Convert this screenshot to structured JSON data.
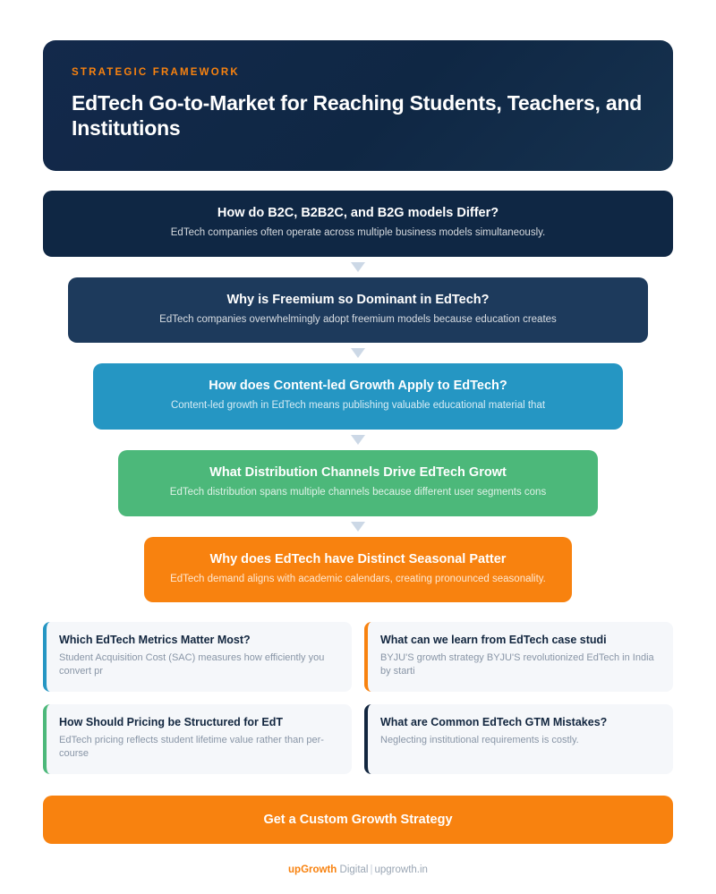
{
  "header": {
    "eyebrow": "STRATEGIC FRAMEWORK",
    "title": "EdTech Go-to-Market for Reaching Students, Teachers, and Institutions"
  },
  "flow": {
    "steps": [
      {
        "title": "How do B2C, B2B2C, and B2G models Differ?",
        "desc": "EdTech companies often operate across multiple business models simultaneously.",
        "color": "#0f2744"
      },
      {
        "title": "Why is Freemium so Dominant in EdTech?",
        "desc": "EdTech companies overwhelmingly adopt freemium models because education creates",
        "color": "#1d3a5c"
      },
      {
        "title": "How does Content-led Growth Apply to EdTech?",
        "desc": "Content-led growth in EdTech means publishing valuable educational material that",
        "color": "#2596c3"
      },
      {
        "title": "What Distribution Channels Drive EdTech Growt",
        "desc": "EdTech distribution spans multiple channels because different user segments cons",
        "color": "#4cb87a"
      },
      {
        "title": "Why does EdTech have Distinct Seasonal Patter",
        "desc": "EdTech demand aligns with academic calendars, creating pronounced seasonality.",
        "color": "#f8820f"
      }
    ]
  },
  "cards": [
    {
      "title": "Which EdTech Metrics Matter Most?",
      "desc": "Student Acquisition Cost (SAC) measures how efficiently you convert pr",
      "accent": "#2596c3"
    },
    {
      "title": "What can we learn from EdTech case studi",
      "desc": "BYJU'S growth strategy BYJU'S revolutionized EdTech in India by starti",
      "accent": "#f8820f"
    },
    {
      "title": "How Should Pricing be Structured for EdT",
      "desc": "EdTech pricing reflects student lifetime value rather than per-course",
      "accent": "#4cb87a"
    },
    {
      "title": "What are Common EdTech GTM Mistakes?",
      "desc": "Neglecting institutional requirements is costly.",
      "accent": "#12263f"
    }
  ],
  "cta": {
    "label": "Get a Custom Growth Strategy"
  },
  "footer": {
    "brand": "upGrowth",
    "suffix": " Digital",
    "separator": "|",
    "site": "upgrowth.in"
  }
}
